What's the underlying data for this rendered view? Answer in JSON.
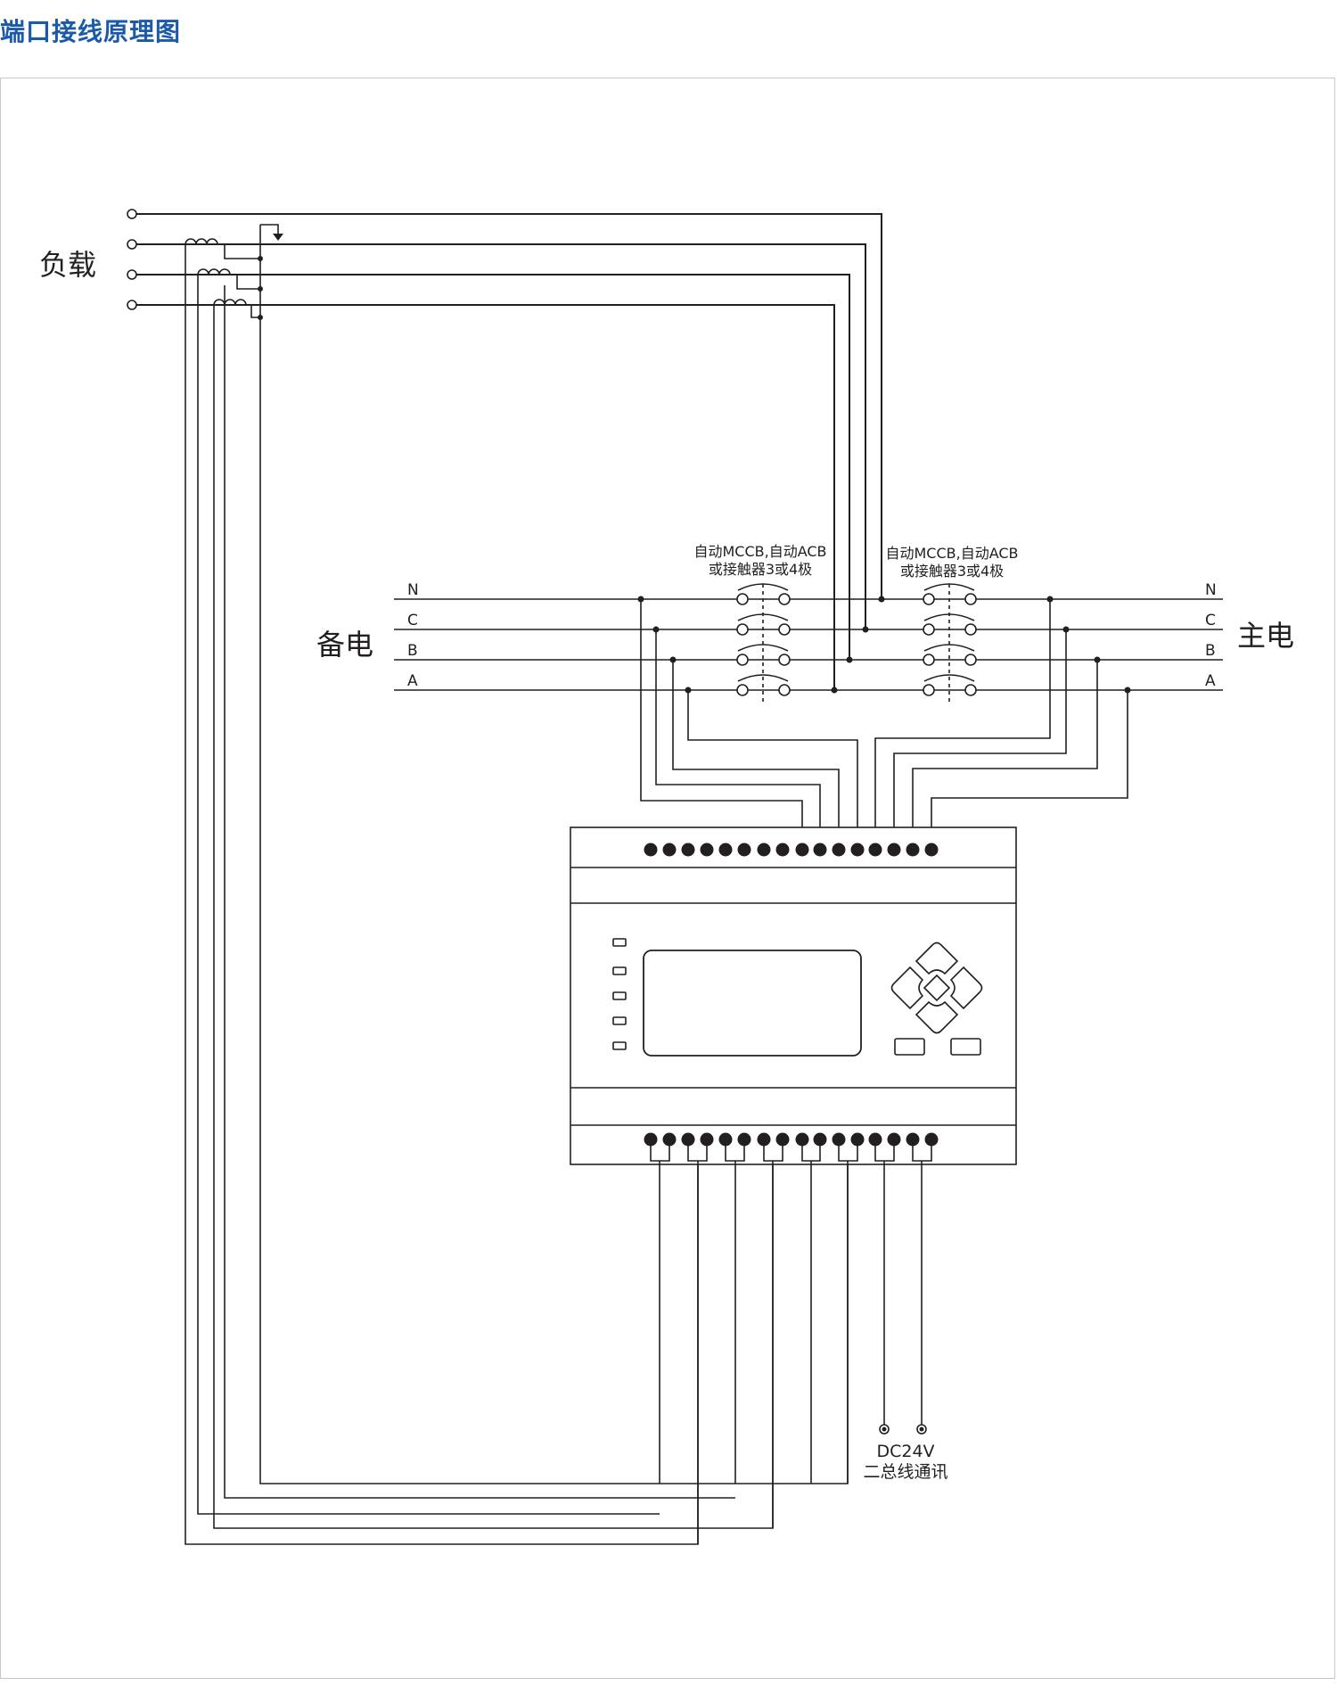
{
  "title": "端口接线原理图",
  "load_label": "负载",
  "backup_label": "备电",
  "main_label": "主电",
  "phases": [
    "N",
    "C",
    "B",
    "A"
  ],
  "switch_left_line1": "自动MCCB,自动ACB",
  "switch_left_line2": "或接触器3或4极",
  "switch_right_line1": "自动MCCB,自动ACB",
  "switch_right_line2": "或接触器3或4极",
  "comm_line1": "DC24V",
  "comm_line2": "二总线通讯",
  "colors": {
    "title": "#1a5aa8",
    "line": "#231f20",
    "frame": "#c8c8c8"
  }
}
